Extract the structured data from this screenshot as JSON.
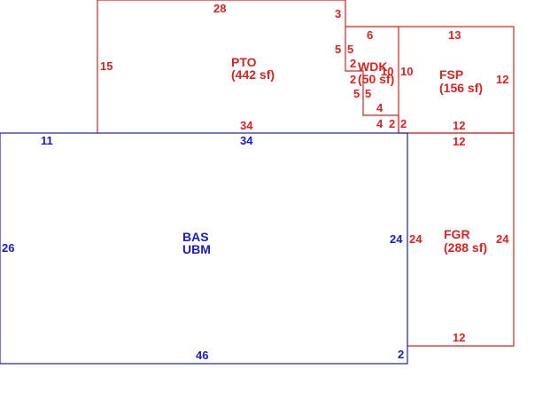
{
  "colors": {
    "red": "#dd2222",
    "blue": "#1a1acc",
    "background": "#ffffff"
  },
  "areas": {
    "pto": {
      "name": "PTO",
      "area": "(442 sf)"
    },
    "wdk": {
      "name": "WDK",
      "area": "(50 sf)"
    },
    "fsp": {
      "name": "FSP",
      "area": "(156 sf)"
    },
    "fgr": {
      "name": "FGR",
      "area": "(288 sf)"
    },
    "bas": {
      "name": "BAS",
      "sub": "UBM"
    }
  },
  "dims": {
    "pto_top": "28",
    "pto_left": "15",
    "pto_bottom": "34",
    "pto_3": "3",
    "pto_5a": "5",
    "pto_5b": "5",
    "wdk_6": "6",
    "wdk_2a": "2",
    "wdk_2b": "2",
    "wdk_10a": "10",
    "wdk_10b": "10",
    "wdk_5a": "5",
    "wdk_5b": "5",
    "wdk_4a": "4",
    "wdk_4b": "4",
    "wdk_2c": "2",
    "wdk_2d": "2",
    "fsp_top": "13",
    "fsp_right": "12",
    "fsp_bottom": "12",
    "fgr_top": "12",
    "fgr_left": "24",
    "fgr_right": "24",
    "fgr_bottom": "12",
    "bas_top_left": "11",
    "bas_top": "34",
    "bas_left": "26",
    "bas_right": "24",
    "bas_bottom": "46",
    "bas_2": "2"
  }
}
